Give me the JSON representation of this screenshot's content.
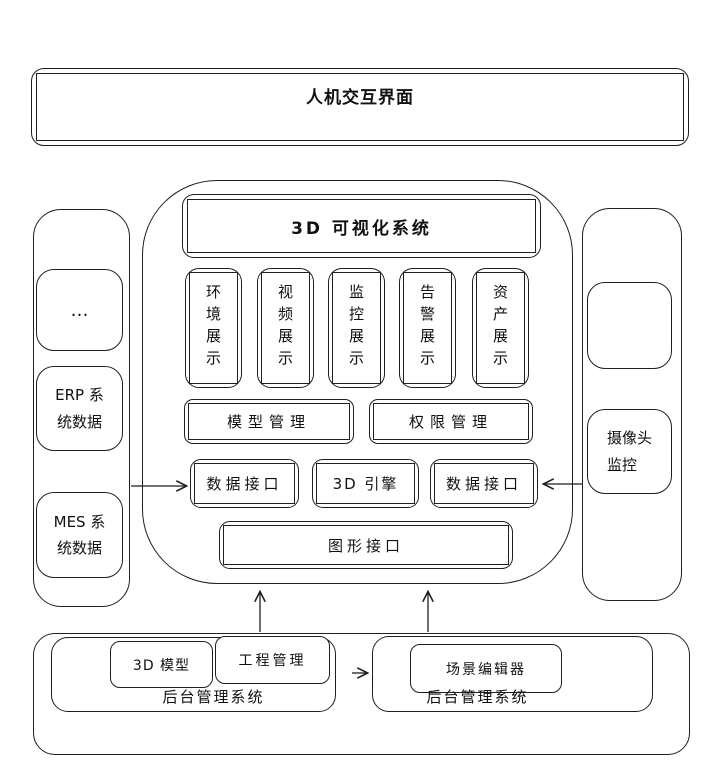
{
  "diagram": {
    "line_color": "#1f1f1f",
    "top_banner": {
      "title": "人机交互界面"
    },
    "left_panel": {
      "more_label": "…",
      "erp_label": "ERP 系\n统数据",
      "mes_label": "MES 系\n统数据"
    },
    "right_panel": {
      "camera_label": "摄像头\n监控"
    },
    "center_system": {
      "title": "3D 可视化系统",
      "modules": [
        "环境展示",
        "视频展示",
        "监控展示",
        "告警展示",
        "资产展示"
      ],
      "model_mgmt": "模型管理",
      "perm_mgmt": "权限管理",
      "data_if_left": "数据接口",
      "engine": "3D 引擎",
      "data_if_right": "数据接口",
      "graphics_if": "图形接口"
    },
    "bottom": {
      "left_system": {
        "label": "后台管理系统",
        "model_3d": "3D 模型",
        "project_mgmt": "工程管理"
      },
      "right_system": {
        "label": "后台管理系统",
        "scene_editor": "场景编辑器"
      }
    }
  }
}
